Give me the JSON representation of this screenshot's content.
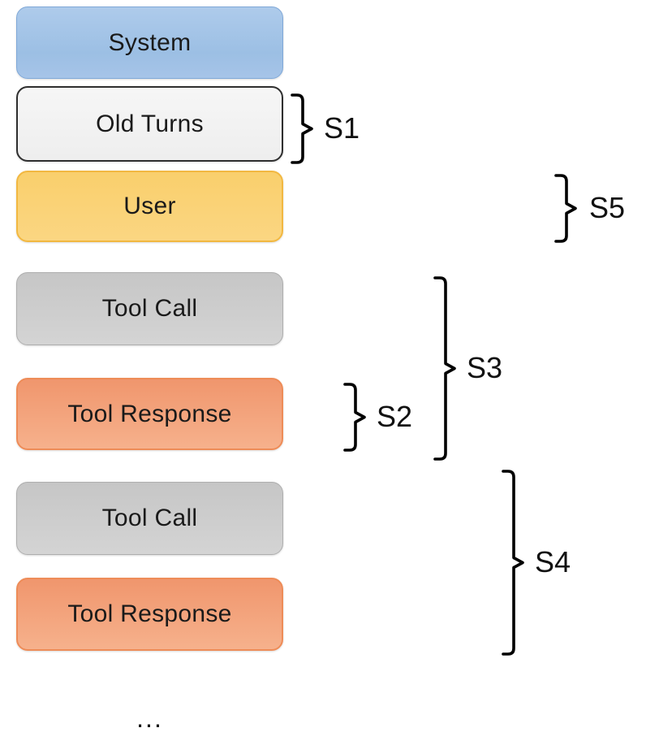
{
  "diagram": {
    "boxes": [
      {
        "id": "system",
        "label": "System",
        "color": "#a5c3e7"
      },
      {
        "id": "old-turns",
        "label": "Old Turns",
        "color": "#f3f3f3"
      },
      {
        "id": "user",
        "label": "User",
        "color": "#fad172"
      },
      {
        "id": "tool-call-1",
        "label": "Tool Call",
        "color": "#cbcbcb"
      },
      {
        "id": "tool-response-1",
        "label": "Tool Response",
        "color": "#f3a37c"
      },
      {
        "id": "tool-call-2",
        "label": "Tool Call",
        "color": "#cbcbcb"
      },
      {
        "id": "tool-response-2",
        "label": "Tool Response",
        "color": "#f3a37c"
      }
    ],
    "braces": [
      {
        "label": "S1",
        "covers": [
          "old-turns"
        ]
      },
      {
        "label": "S2",
        "covers": [
          "tool-response-1"
        ]
      },
      {
        "label": "S3",
        "covers": [
          "tool-call-1",
          "tool-response-1"
        ]
      },
      {
        "label": "S4",
        "covers": [
          "tool-call-2",
          "tool-response-2"
        ]
      },
      {
        "label": "S5",
        "covers": [
          "user"
        ]
      }
    ],
    "ellipsis": "...",
    "colors": {
      "brace_stroke": "#000000",
      "text": "#1a1a1a",
      "system_border": "#7fa8d8",
      "old_turns_border": "#2f2f2f",
      "user_border": "#f2b841",
      "tool_call_border": "#aeaeae",
      "tool_response_border": "#ee8c58"
    }
  }
}
